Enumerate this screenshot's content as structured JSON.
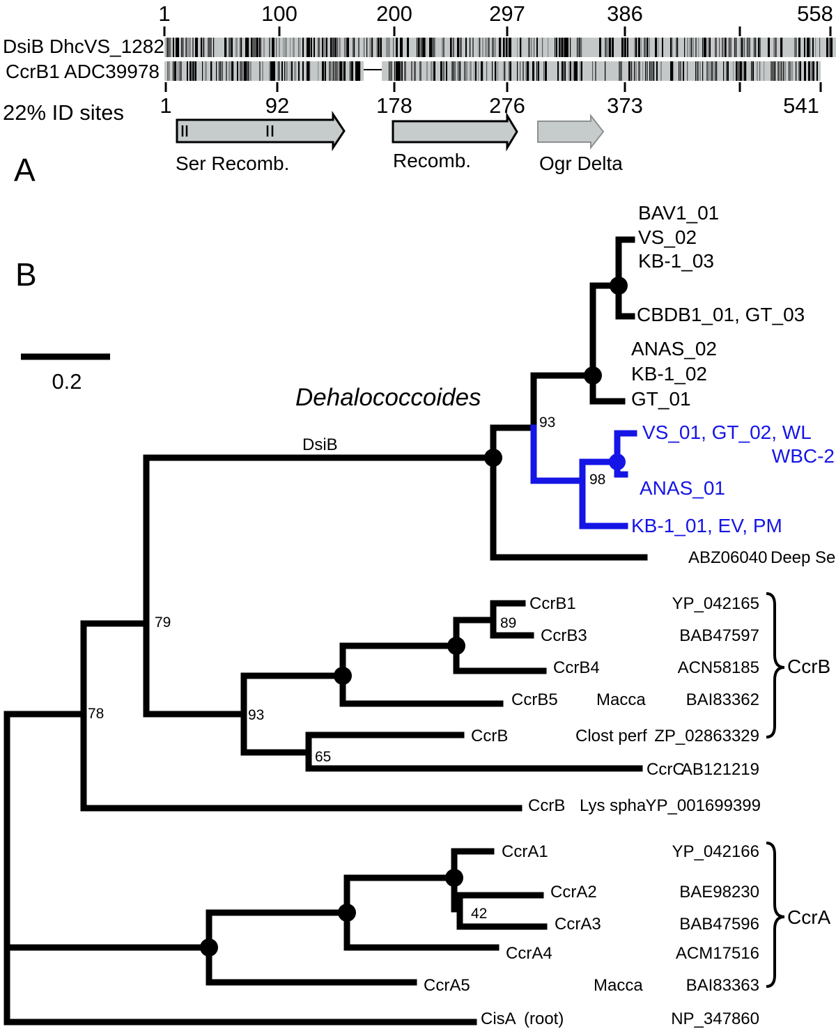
{
  "panel_a": {
    "label": "A",
    "top_ticks": [
      "1",
      "100",
      "200",
      "297",
      "386",
      "558"
    ],
    "bottom_ticks": [
      "1",
      "92",
      "178",
      "276",
      "373",
      "541"
    ],
    "row1_label": "DsiB DhcVS_1282",
    "row2_label": "CcrB1  ADC39978",
    "id_label": "22% ID sites",
    "domains": [
      "Ser Recomb.",
      "Recomb.",
      "Ogr Delta"
    ]
  },
  "panel_b": {
    "label": "B",
    "scale_label": "0.2",
    "clade_label": "Dehalococcoides",
    "branch_label": "DsiB",
    "bootstraps": [
      "93",
      "98",
      "79",
      "89",
      "93",
      "65",
      "78",
      "42"
    ],
    "leaves": {
      "bav1": "BAV1_01",
      "vs02": "VS_02",
      "kb103": "KB-1_03",
      "cbdb": "CBDB1_01, GT_03",
      "anas02": "ANAS_02",
      "kb102": "KB-1_02",
      "gt01": "GT_01",
      "vs01": "VS_01, GT_02, WL",
      "wbc2": "WBC-2",
      "anas01": "ANAS_01",
      "kb101": "KB-1_01, EV, PM",
      "abz_acc": "ABZ06040",
      "abz_src": "Deep Sea",
      "ccrb1": "CcrB1",
      "ccrb1_acc": "YP_042165",
      "ccrb3": "CcrB3",
      "ccrb3_acc": "BAB47597",
      "ccrb4": "CcrB4",
      "ccrb4_acc": "ACN58185",
      "ccrb5": "CcrB5",
      "ccrb5_org": "Macca",
      "ccrb5_acc": "BAI83362",
      "ccrb_cp": "CcrB",
      "ccrb_cp_org": "Clost perf",
      "ccrb_cp_acc": "ZP_02863329",
      "ccrc": "CcrC",
      "ccrc_acc": "AB121219",
      "ccrb_ls": "CcrB",
      "ccrb_ls_org": "Lys spha",
      "ccrb_ls_acc": "YP_001699399",
      "ccra1": "CcrA1",
      "ccra1_acc": "YP_042166",
      "ccra2": "CcrA2",
      "ccra2_acc": "BAE98230",
      "ccra3": "CcrA3",
      "ccra3_acc": "BAB47596",
      "ccra4": "CcrA4",
      "ccra4_acc": "ACM17516",
      "ccra5": "CcrA5",
      "ccra5_org": "Macca",
      "ccra5_acc": "BAI83363",
      "cisa": "CisA",
      "cisa_root": "(root)",
      "cisa_acc": "NP_347860"
    },
    "groups": [
      "CcrB",
      "CcrA"
    ]
  },
  "colors": {
    "tree": "#000000",
    "highlight": "#1515e6",
    "domain_fill": "#c6cbcb",
    "alignment_bg": "#c4c8c8"
  }
}
